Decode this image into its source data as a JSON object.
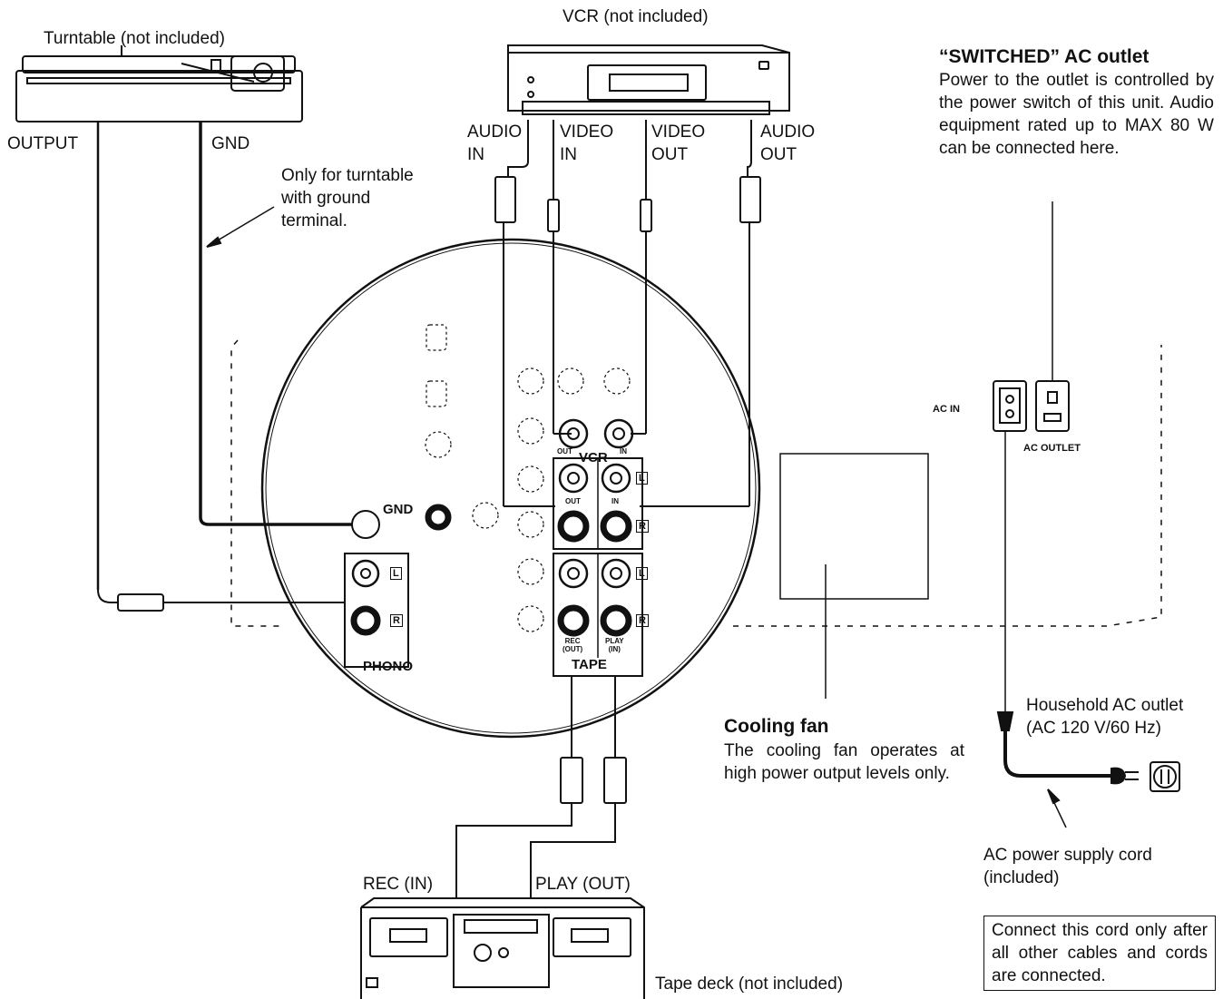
{
  "devices": {
    "turntable": {
      "label": "Turntable (not included)",
      "output": "OUTPUT",
      "gnd": "GND"
    },
    "vcr": {
      "label": "VCR (not included)",
      "audio_in": "AUDIO\nIN",
      "video_in": "VIDEO\nIN",
      "video_out": "VIDEO\nOUT",
      "audio_out": "AUDIO\nOUT"
    },
    "tape_deck": {
      "label": "Tape deck (not included)",
      "rec_in": "REC (IN)",
      "play_out": "PLAY (OUT)"
    }
  },
  "ground_note": "Only for turntable\nwith ground\nterminal.",
  "switched_outlet": {
    "title": "“SWITCHED” AC outlet",
    "text": "Power to the outlet is controlled by the power switch of this unit. Audio equipment rated up to MAX 80 W can be connected here."
  },
  "cooling_fan": {
    "title": "Cooling fan",
    "text": "The cooling fan operates at high power output levels only."
  },
  "household_outlet": "Household AC outlet\n(AC 120 V/60 Hz)",
  "power_cord": "AC power supply cord\n(included)",
  "connect_note": "Connect this cord only after all other cables and cords are connected.",
  "panel": {
    "gnd": "GND",
    "vcr": "VCR",
    "tape": "TAPE",
    "phono": "PHONO",
    "out": "OUT",
    "in": "IN",
    "rec": "REC\n(OUT)",
    "play": "PLAY\n(IN)",
    "l": "L",
    "r": "R",
    "ac_in": "AC IN",
    "ac_outlet": "AC OUTLET"
  }
}
